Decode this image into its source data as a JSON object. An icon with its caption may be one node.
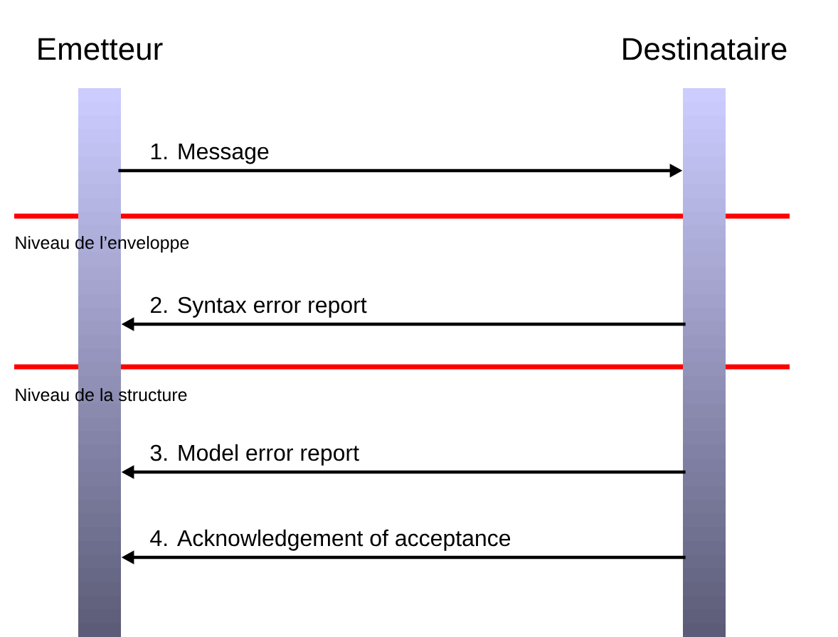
{
  "diagram": {
    "nodes": [
      {
        "text": [
          "Emetteur"
        ]
      },
      {
        "text": [
          "Destinataire"
        ]
      }
    ],
    "edges": [
      {
        "from": 0,
        "to": 1,
        "arrow": "to",
        "label": "1. Message"
      },
      {
        "from": 1,
        "to": 0,
        "arrow": "to",
        "label": "2. Syntax error report"
      },
      {
        "from": 1,
        "to": 0,
        "arrow": "to",
        "label": "3. Model error report"
      },
      {
        "from": 1,
        "to": 0,
        "arrow": "to",
        "label": "4. Acknowledgement of acceptance"
      }
    ],
    "labels": [
      "Niveau de l’enveloppe",
      "Niveau de la structure"
    ]
  }
}
